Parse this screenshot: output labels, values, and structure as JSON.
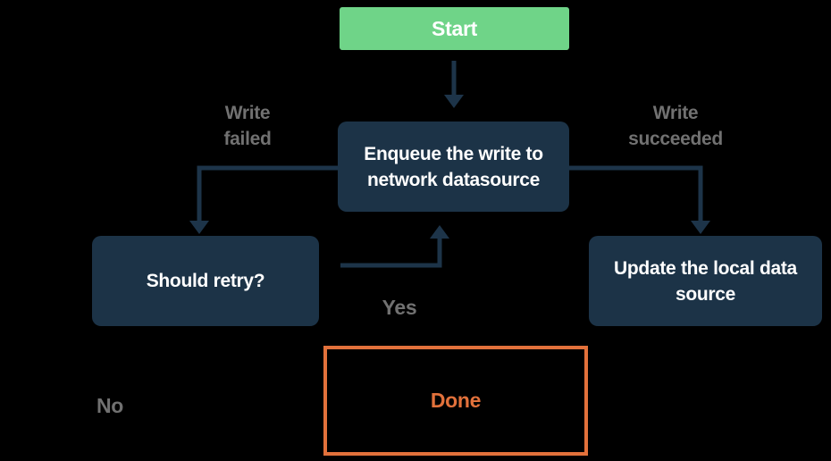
{
  "palette": {
    "background": "#000000",
    "node_fill": "#1C3347",
    "start_fill": "#6FD488",
    "done_accent": "#E2713B",
    "label_gray": "#717171",
    "node_text": "#FFFFFF",
    "arrow": "#1D3449"
  },
  "nodes": {
    "start": {
      "label": "Start"
    },
    "enqueue": {
      "label": "Enqueue the write to\nnetwork datasource"
    },
    "retry": {
      "label": "Should retry?"
    },
    "update": {
      "label": "Update the local data\nsource"
    },
    "done": {
      "label": "Done"
    }
  },
  "edge_labels": {
    "write_failed": "Write\nfailed",
    "write_succeeded": "Write\nsucceeded",
    "yes": "Yes",
    "no": "No"
  }
}
